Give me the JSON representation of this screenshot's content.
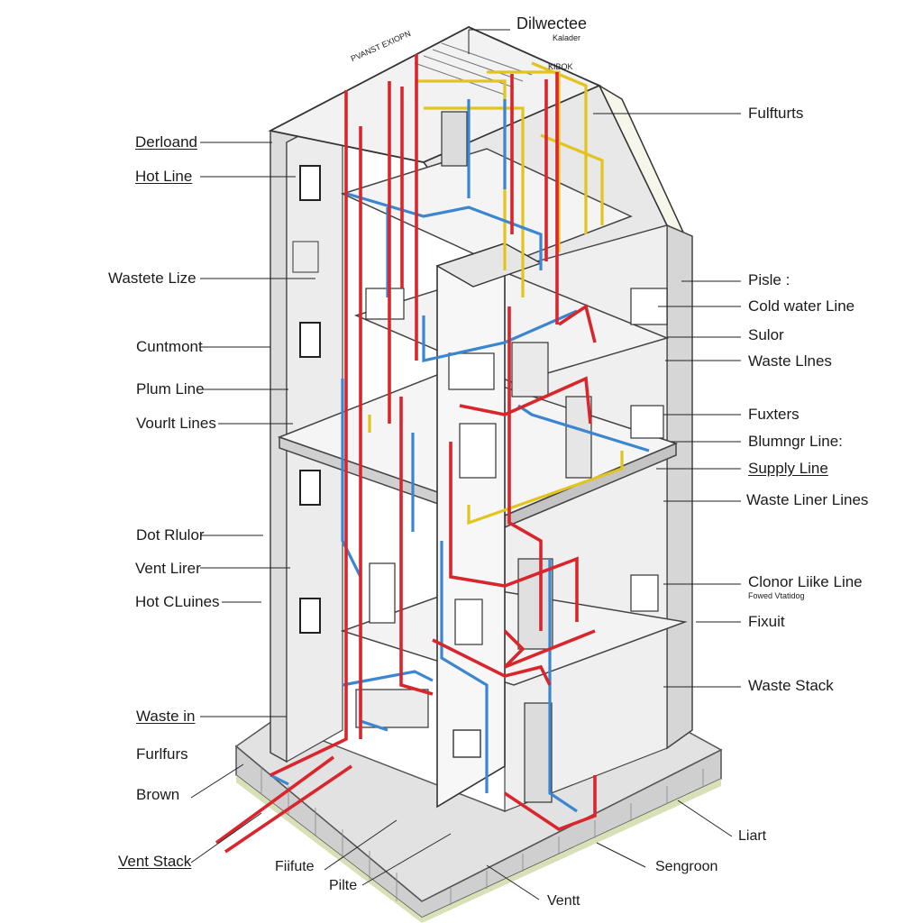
{
  "title": "Dilwectee",
  "subtitle": "Kalader",
  "roof_text_1": "PVANST EXIOPN",
  "roof_text_2": "KIBOK",
  "labels_left": [
    "Derloand",
    "Hot Line",
    "Wastete Lize",
    "Cuntmont",
    "Plum Line",
    "Vourlt Lines",
    "Dot Rlulor",
    "Vent Lirer",
    "Hot CLuines",
    "Waste in",
    "Furlfurs",
    "Brown",
    "Vent Stack"
  ],
  "labels_right": [
    "Fulfturts",
    "Pisle :",
    "Cold water Line",
    "Sulor",
    "Waste Llnes",
    "Fuxters",
    "Blumngr Line:",
    "Supply Line",
    "Waste Liner Lines",
    "Clonor Liike Line",
    "Fowed Vtatidog",
    "Fixuit",
    "Waste Stack"
  ],
  "labels_bottom": [
    "Fiifute",
    "Pilte",
    "Ventt",
    "Sengroon",
    "Liart"
  ],
  "colors": {
    "hot_line": "#d9262c",
    "cold_line": "#3b86d0",
    "supply_line": "#e3c41f",
    "structure": "#3a3a3a",
    "wall": "#e4e4e4",
    "wall_dark": "#cfcfcf",
    "ground": "#d8e0b8"
  }
}
